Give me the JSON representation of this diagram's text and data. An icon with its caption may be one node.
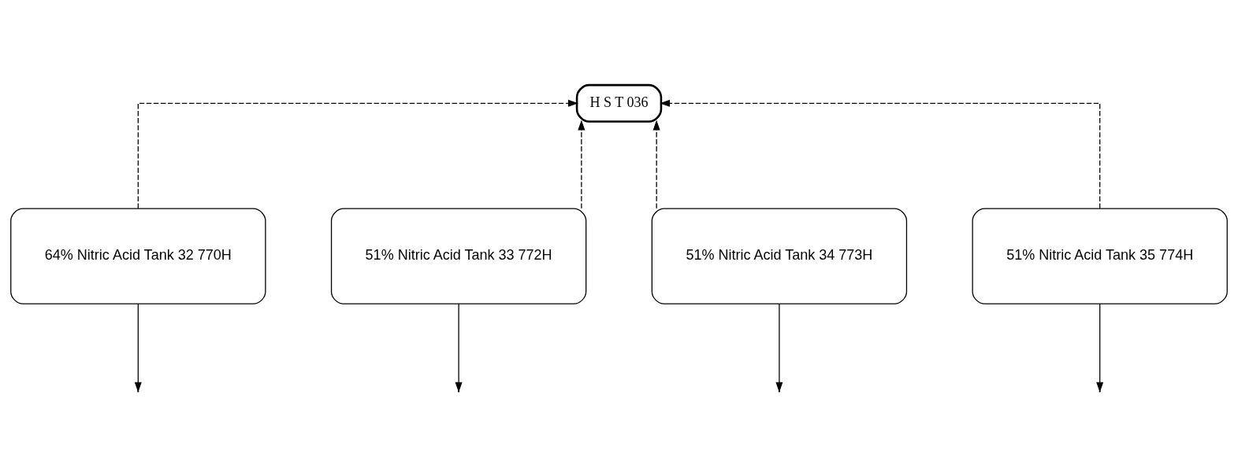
{
  "diagram": {
    "nodes": [
      {
        "text": [
          "H S T 036"
        ]
      },
      {
        "text": [
          "64% Nitric Acid Tank 32 770H"
        ]
      },
      {
        "text": [
          "51% Nitric Acid Tank 33 772H"
        ]
      },
      {
        "text": [
          "51% Nitric Acid Tank 34 773H"
        ]
      },
      {
        "text": [
          "51% Nitric Acid Tank 35 774H"
        ]
      }
    ],
    "edges": [
      {
        "from": 1,
        "to": 0,
        "arrow": "to",
        "style": "dashed"
      },
      {
        "from": 2,
        "to": 0,
        "arrow": "to",
        "style": "dashed"
      },
      {
        "from": 3,
        "to": 0,
        "arrow": "to",
        "style": "dashed"
      },
      {
        "from": 4,
        "to": 0,
        "arrow": "to",
        "style": "dashed"
      },
      {
        "from": 1,
        "to": null,
        "arrow": "to"
      },
      {
        "from": 2,
        "to": null,
        "arrow": "to"
      },
      {
        "from": 3,
        "to": null,
        "arrow": "to"
      },
      {
        "from": 4,
        "to": null,
        "arrow": "to"
      }
    ]
  }
}
